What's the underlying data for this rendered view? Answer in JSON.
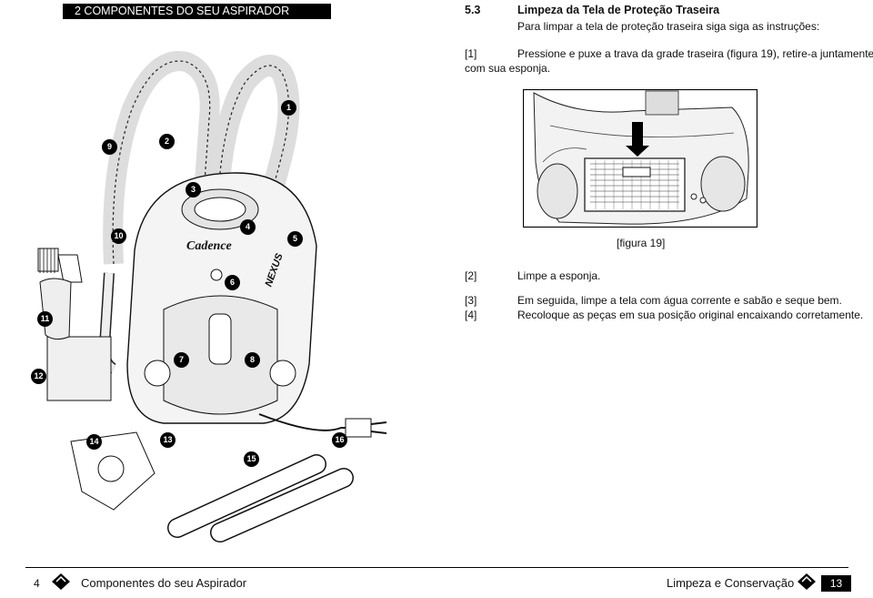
{
  "left_header": "2  COMPONENTES DO SEU ASPIRADOR",
  "section": {
    "number": "5.3",
    "title": "Limpeza da Tela de Proteção Traseira",
    "intro": "Para limpar a tela de proteção traseira siga siga as instruções:",
    "steps": [
      {
        "num": "[1]",
        "text": "Pressione e puxe a trava da grade traseira (figura 19), retire-a juntamente",
        "cont": "com sua esponja."
      },
      {
        "num": "[2]",
        "text": "Limpe a esponja."
      },
      {
        "num": "[3]",
        "text": "Em seguida, limpe a tela com água corrente e sabão e seque bem."
      },
      {
        "num": "[4]",
        "text": "Recoloque as peças em sua posição original encaixando corretamente."
      }
    ],
    "figure_caption": "[figura 19]"
  },
  "diagram": {
    "brand": "Cadence",
    "model": "NEXUS",
    "callouts": [
      "1",
      "2",
      "3",
      "4",
      "5",
      "6",
      "7",
      "8",
      "9",
      "10",
      "11",
      "12",
      "13",
      "14",
      "15",
      "16"
    ]
  },
  "footer": {
    "left_page": "4",
    "left_text": "Componentes do seu Aspirador",
    "right_text": "Limpeza e Conservação",
    "right_page": "13"
  }
}
